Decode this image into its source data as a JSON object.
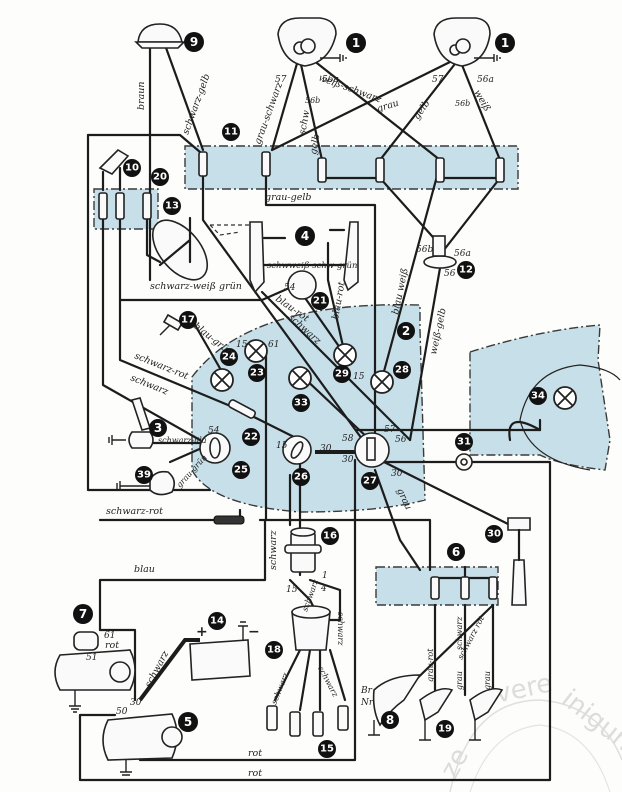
{
  "diagram": {
    "title": "VW Beetle wiring diagram",
    "colors": {
      "zone_fill": "#c7dfe8",
      "wire": "#1c1c1c",
      "badge": "#111111",
      "background": "#fdfdfb"
    },
    "components": [
      {
        "id": "1",
        "label": "1"
      },
      {
        "id": "1b",
        "label": "1"
      },
      {
        "id": "2",
        "label": "2"
      },
      {
        "id": "3",
        "label": "3"
      },
      {
        "id": "4",
        "label": "4"
      },
      {
        "id": "5",
        "label": "5"
      },
      {
        "id": "6",
        "label": "6"
      },
      {
        "id": "7",
        "label": "7"
      },
      {
        "id": "8",
        "label": "8"
      },
      {
        "id": "9",
        "label": "9"
      },
      {
        "id": "10",
        "label": "10"
      },
      {
        "id": "11",
        "label": "11"
      },
      {
        "id": "12",
        "label": "12"
      },
      {
        "id": "13",
        "label": "13"
      },
      {
        "id": "14",
        "label": "14"
      },
      {
        "id": "15",
        "label": "15"
      },
      {
        "id": "16",
        "label": "16"
      },
      {
        "id": "17",
        "label": "17"
      },
      {
        "id": "18",
        "label": "18"
      },
      {
        "id": "19",
        "label": "19"
      },
      {
        "id": "20",
        "label": "20"
      },
      {
        "id": "21",
        "label": "21"
      },
      {
        "id": "22",
        "label": "22"
      },
      {
        "id": "23",
        "label": "23"
      },
      {
        "id": "24",
        "label": "24"
      },
      {
        "id": "25",
        "label": "25"
      },
      {
        "id": "26",
        "label": "26"
      },
      {
        "id": "27",
        "label": "27"
      },
      {
        "id": "28",
        "label": "28"
      },
      {
        "id": "29",
        "label": "29"
      },
      {
        "id": "30",
        "label": "30"
      },
      {
        "id": "31",
        "label": "31"
      },
      {
        "id": "33",
        "label": "33"
      },
      {
        "id": "34",
        "label": "34"
      },
      {
        "id": "39",
        "label": "39"
      }
    ],
    "wire_labels": {
      "braun": "braun",
      "schwarz_gelb": "schwarz-gelb",
      "grau_schwarz": "grau-schwarz",
      "schw": "schw",
      "gelb": "gelb",
      "weiss_schwarz": "weiß-schwarz",
      "grau": "grau",
      "gelb2": "gelb",
      "weiss": "weiß",
      "grau_gelb": "grau-gelb",
      "schwweiss_schwgruen": "schwweiß schw-grün",
      "schwarz_weiss_gruen": "schwarz-weiß grün",
      "blau_rot": "blau-rot",
      "blau_rot2": "blau-rot",
      "schwarz_diag": "schwarz",
      "blau_weiss": "blau weiß",
      "weiss_gelb": "weiß-gelb",
      "blau_gruen": "blau-grün",
      "schwarz_rot": "schwarz-rot",
      "schwarz_left": "schwarz",
      "schwarz_lila": "schwarz-lila",
      "grau_gruen": "grau-grün",
      "schwarz_rot_bottom": "schwarz-rot",
      "grau_diag": "grau",
      "blau": "blau",
      "schwarz_coil": "schwarz",
      "schwarz_batt": "schwarz",
      "rot_gen": "rot",
      "schwarz_dist1": "schwarz",
      "schwarz_dist2": "schwarz",
      "schwarz_dist3": "schwarz",
      "schwarz_dist4": "schwarz",
      "rot1": "rot",
      "rot2": "rot",
      "grau_rot": "grau-rot",
      "schwarz_6": "schwarz",
      "schwarz_rot_6": "schwarz rot",
      "grau_19a": "grau",
      "grau_19b": "grau"
    },
    "terminals": {
      "t57a": "57",
      "t56a_a": "56a",
      "t56b_a": "56b",
      "t57b": "57",
      "t56a_b": "56a",
      "t56b_b": "56b",
      "t56b_12": "56b",
      "t56a_12": "56a",
      "t56_12": "56",
      "t54_21": "54",
      "t15_23": "15",
      "t61_23": "61",
      "t15_29": "15",
      "t54_25": "54",
      "t15_26": "15",
      "t30_26": "30",
      "t58_27": "58",
      "t57_27": "57",
      "t56_27": "56",
      "t30_27a": "30",
      "t30_27b": "30",
      "t61_7": "61",
      "t51_7": "51",
      "t30_5": "30",
      "t50_5": "50",
      "t15_16": "15",
      "t1_16": "1",
      "t4_16": "4",
      "br": "Br",
      "nr": "Nr",
      "plus": "+",
      "minus": "−"
    },
    "watermark": "Brezelfahrervereinigung"
  }
}
